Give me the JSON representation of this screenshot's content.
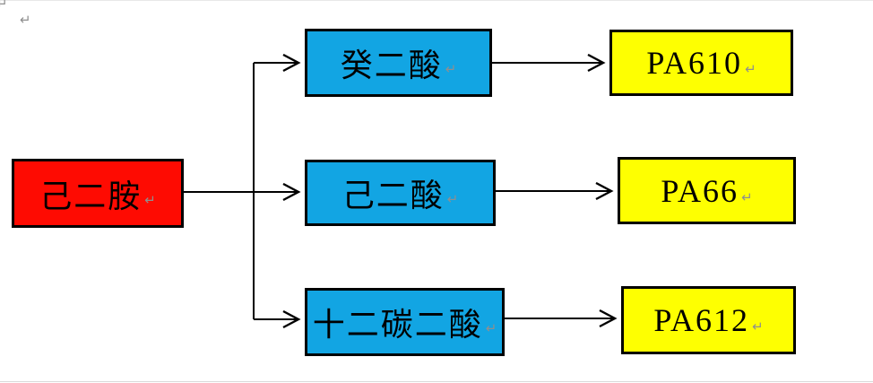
{
  "colors": {
    "red": "#fe0b02",
    "blue": "#12a5e3",
    "yellow": "#feff01",
    "border": "#000000",
    "line": "#000000",
    "mark": "#8f8f8f"
  },
  "paragraph_mark": "↵",
  "stray_marks": {
    "first": "↵",
    "second": "↵"
  },
  "diagram": {
    "source": {
      "label": "己二胺"
    },
    "reagents": [
      {
        "label": "癸二酸"
      },
      {
        "label": "己二酸"
      },
      {
        "label": "十二碳二酸"
      }
    ],
    "products": [
      {
        "label": "PA610"
      },
      {
        "label": "PA66"
      },
      {
        "label": "PA612"
      }
    ]
  }
}
